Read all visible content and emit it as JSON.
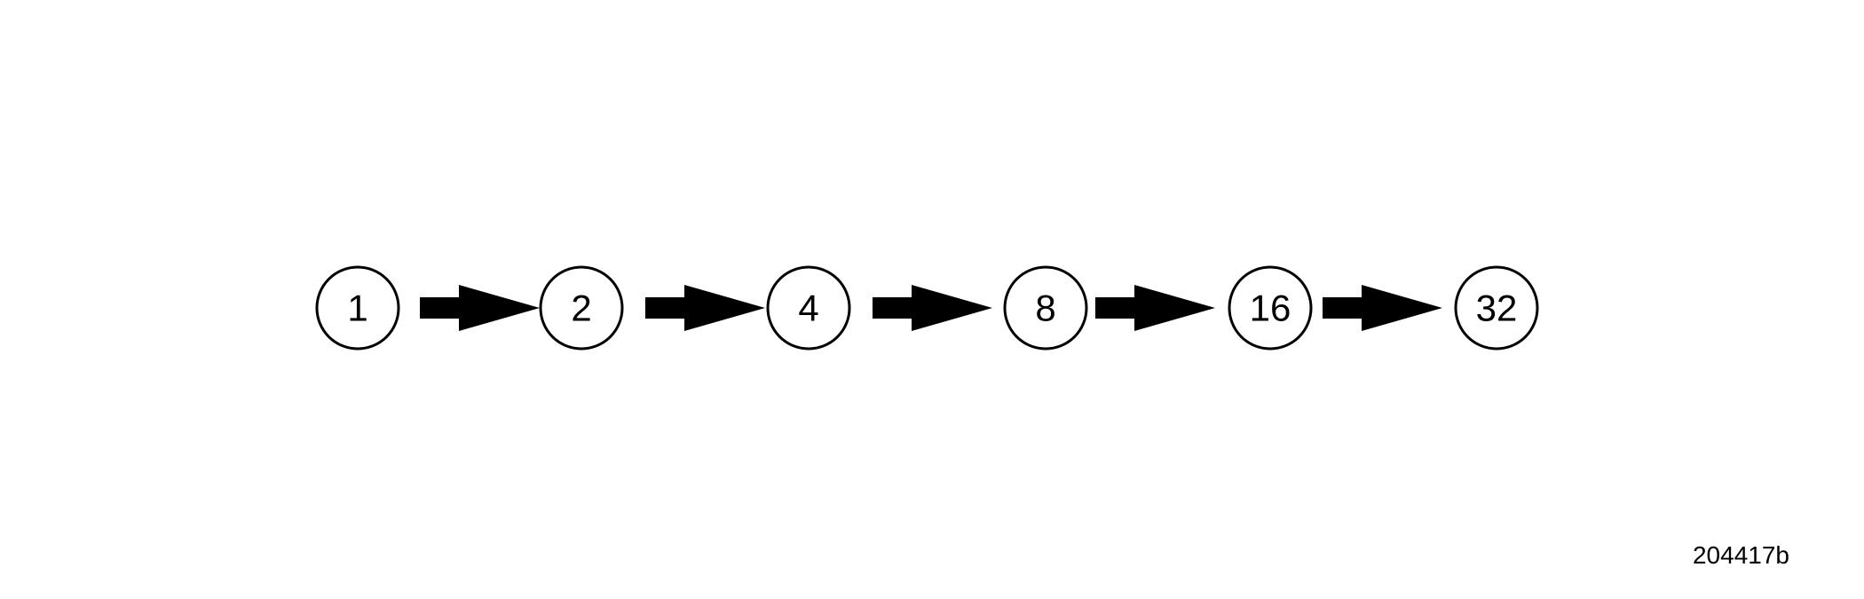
{
  "diagram": {
    "nodes": [
      "1",
      "2",
      "4",
      "8",
      "16",
      "32"
    ],
    "arrow_count": 5
  },
  "figure_id": "204417b",
  "colors": {
    "stroke": "#000000",
    "background": "#ffffff"
  }
}
